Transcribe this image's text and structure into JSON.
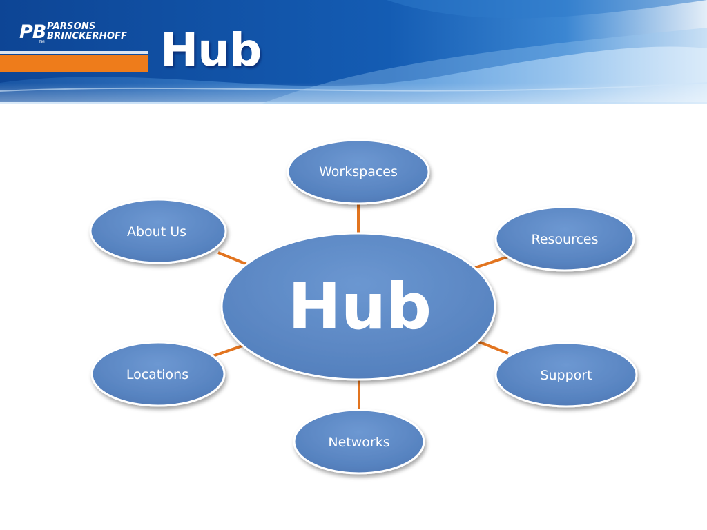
{
  "banner": {
    "logo_mark": "PB",
    "logo_line1": "PARSONS",
    "logo_line2": "BRINCKERHOFF",
    "logo_registered": "TM",
    "title": "Hub"
  },
  "diagram": {
    "center": "Hub",
    "nodes": {
      "workspaces": "Workspaces",
      "about_us": "About Us",
      "resources": "Resources",
      "locations": "Locations",
      "support": "Support",
      "networks": "Networks"
    }
  },
  "colors": {
    "node_fill": "#5b87c4",
    "node_stroke": "#ffffff",
    "connector": "#e2741f",
    "banner_dark": "#0b3f8a",
    "banner_light": "#2f7fd0",
    "accent_orange": "#ee7c1b"
  }
}
